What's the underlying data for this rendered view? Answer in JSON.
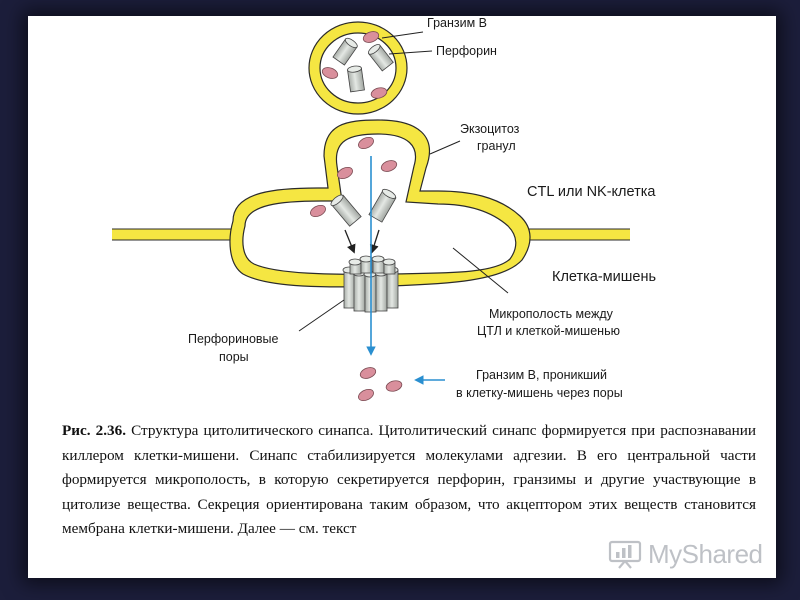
{
  "labels": {
    "granzyme": "Гранзим В",
    "perforin": "Перфорин",
    "exocytosis_1": "Экзоцитоз",
    "exocytosis_2": "гранул",
    "effector_cell": "CTL или NK-клетка",
    "target_cell": "Клетка-мишень",
    "microcavity_1": "Микрополость между",
    "microcavity_2": "ЦТЛ и клеткой-мишенью",
    "pores_1": "Перфориновые",
    "pores_2": "поры",
    "entered_1": "Гранзим В, проникший",
    "entered_2": "в клетку-мишень через поры"
  },
  "caption": {
    "number": "Рис. 2.36.",
    "text": "Структура цитолитического синапса. Цитолитический синапс формируется при распознавании киллером клетки-мишени. Синапс стабилизируется молекулами адгезии. В его центральной части формируется микрополость, в которую секретируется перфорин, гранзимы и другие участвующие в цитолизе вещества. Секреция ориентирована таким образом, что акцептором этих веществ становится мембрана клетки-мишени. Далее — см. текст"
  },
  "watermark": {
    "text": "MyShared",
    "icon": "presentation-board-icon"
  },
  "colors": {
    "membrane_yellow": "#f5e642",
    "membrane_outline": "#2b2b2b",
    "granzyme_pink": "#d98f9c",
    "perforin_gray": "#c9cec9",
    "secretion_arrow_blue": "#2a8fd0",
    "slide_background": "#1c1e3b"
  }
}
